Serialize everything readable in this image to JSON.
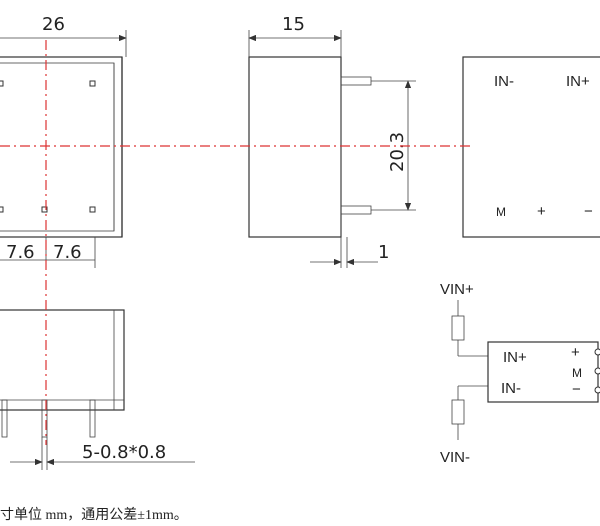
{
  "front_view": {
    "width_dim": "26",
    "pitch_dim_1": "7.6",
    "pitch_dim_2": "7.6"
  },
  "side_view": {
    "depth_dim": "15",
    "height_dim": "20.3",
    "pin_offset_dim": "1"
  },
  "bottom_view": {
    "pin_dim": "5-0.8*0.8"
  },
  "pin_label_view": {
    "label_in_minus": "IN-",
    "label_in_plus": "IN+",
    "label_m": "M",
    "label_plus": "+",
    "label_minus": "−"
  },
  "circuit": {
    "vin_plus": "VIN+",
    "vin_minus": "VIN-",
    "in_plus": "IN+",
    "in_minus": "IN-",
    "out_plus": "+",
    "out_m": "M",
    "out_minus": "−"
  },
  "footer_note": "寸单位 mm，通用公差±1mm。"
}
